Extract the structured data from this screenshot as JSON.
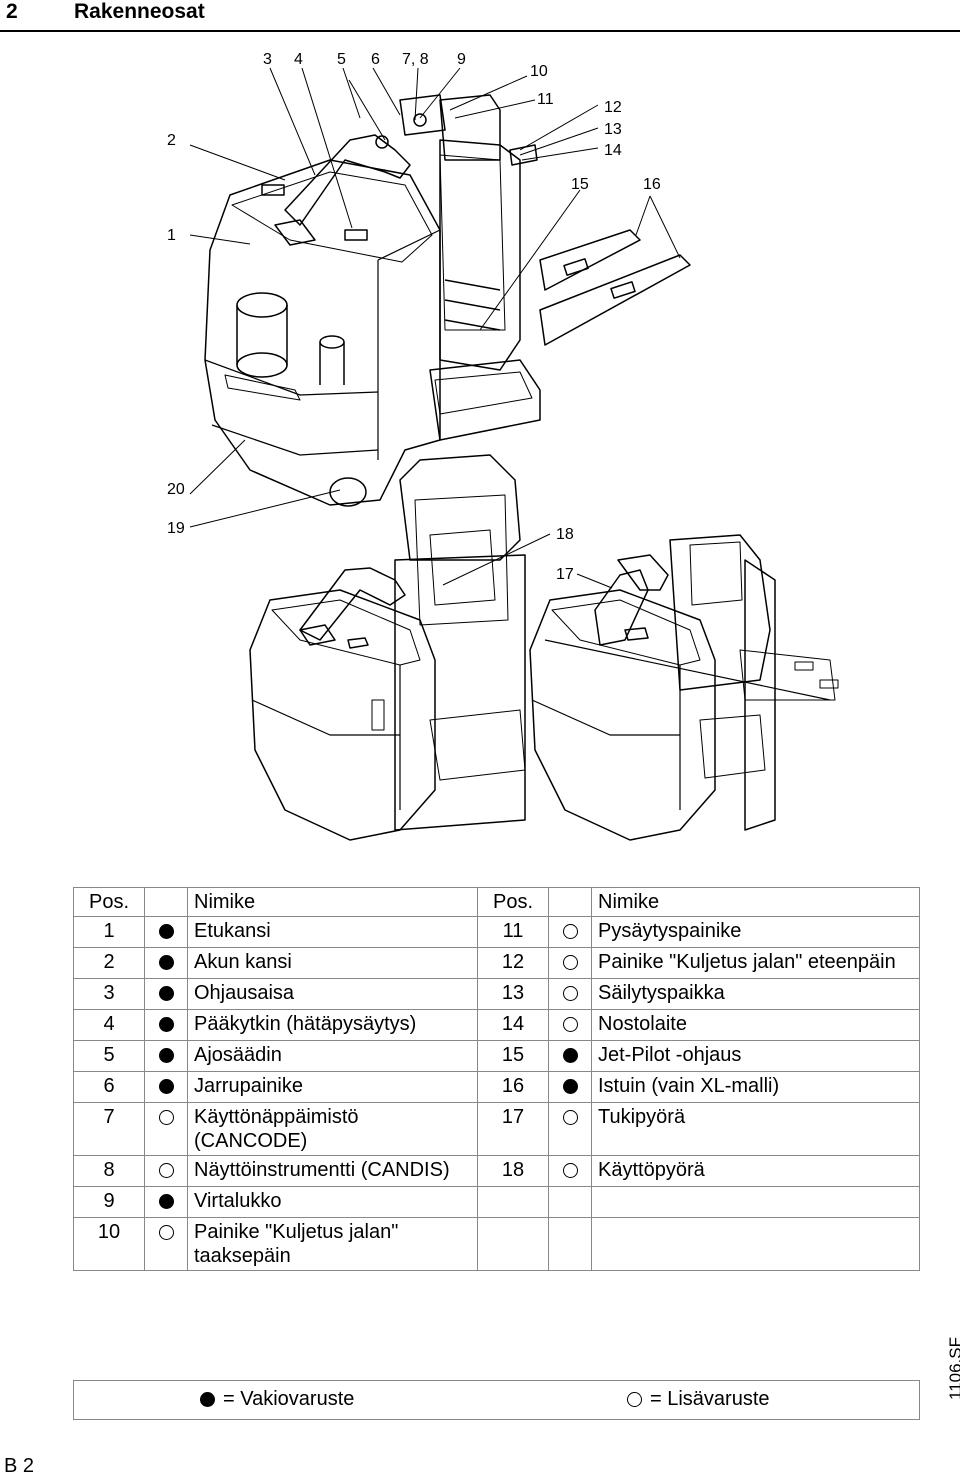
{
  "header": {
    "section_number": "2",
    "section_title": "Rakenneosat"
  },
  "callouts": [
    "1",
    "2",
    "3",
    "4",
    "5",
    "6",
    "7, 8",
    "9",
    "10",
    "11",
    "12",
    "13",
    "14",
    "15",
    "16",
    "17",
    "18",
    "19",
    "20"
  ],
  "table": {
    "headers": {
      "pos_a": "Pos.",
      "name_a": "Nimike",
      "pos_b": "Pos.",
      "name_b": "Nimike"
    },
    "rows": [
      {
        "left": {
          "pos": "1",
          "mark": "standard",
          "name": "Etukansi"
        },
        "right": {
          "pos": "11",
          "mark": "optional",
          "name": "Pysäytyspainike"
        }
      },
      {
        "left": {
          "pos": "2",
          "mark": "standard",
          "name": "Akun kansi"
        },
        "right": {
          "pos": "12",
          "mark": "optional",
          "name": "Painike \"Kuljetus jalan\" eteenpäin"
        }
      },
      {
        "left": {
          "pos": "3",
          "mark": "standard",
          "name": "Ohjausaisa"
        },
        "right": {
          "pos": "13",
          "mark": "optional",
          "name": "Säilytyspaikka"
        }
      },
      {
        "left": {
          "pos": "4",
          "mark": "standard",
          "name": "Pääkytkin (hätäpysäytys)"
        },
        "right": {
          "pos": "14",
          "mark": "optional",
          "name": "Nostolaite"
        }
      },
      {
        "left": {
          "pos": "5",
          "mark": "standard",
          "name": "Ajosäädin"
        },
        "right": {
          "pos": "15",
          "mark": "standard",
          "name": "Jet-Pilot -ohjaus"
        }
      },
      {
        "left": {
          "pos": "6",
          "mark": "standard",
          "name": "Jarrupainike"
        },
        "right": {
          "pos": "16",
          "mark": "standard",
          "name": "Istuin (vain XL-malli)"
        }
      },
      {
        "left": {
          "pos": "7",
          "mark": "optional",
          "name": "Käyttönäppäimistö (CANCODE)"
        },
        "right": {
          "pos": "17",
          "mark": "optional",
          "name": "Tukipyörä"
        }
      },
      {
        "left": {
          "pos": "8",
          "mark": "optional",
          "name": "Näyttöinstrumentti (CANDIS)"
        },
        "right": {
          "pos": "18",
          "mark": "optional",
          "name": "Käyttöpyörä"
        }
      },
      {
        "left": {
          "pos": "9",
          "mark": "standard",
          "name": "Virtalukko"
        },
        "right": {
          "pos": "",
          "mark": "",
          "name": ""
        }
      },
      {
        "left": {
          "pos": "10",
          "mark": "optional",
          "name": "Painike \"Kuljetus jalan\" taaksepäin"
        },
        "right": {
          "pos": "",
          "mark": "",
          "name": ""
        }
      }
    ]
  },
  "legend": {
    "standard_label": "= Vakiovaruste",
    "optional_label": "= Lisävaruste"
  },
  "figure_code": "1106.SF",
  "page_label": "B 2"
}
